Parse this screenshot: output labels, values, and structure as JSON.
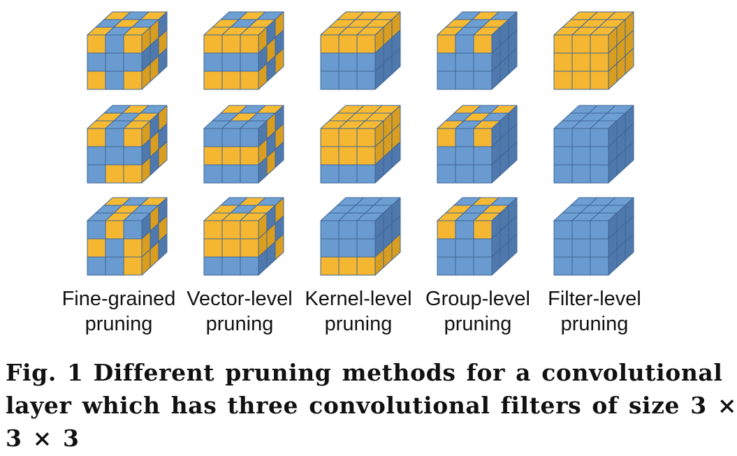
{
  "colors": {
    "blue_face": "#6a9bd0",
    "blue_top": "#6e9fd3",
    "blue_side": "#4f79ad",
    "gold_face": "#f5b731",
    "gold_top": "#f7bb33",
    "gold_side": "#d99e1f",
    "edge": "#3e6494"
  },
  "columns": [
    {
      "label_line1": "Fine-grained",
      "label_line2": "pruning",
      "filters": [
        {
          "front": [
            [
              "g",
              "b",
              "g"
            ],
            [
              "b",
              "b",
              "b"
            ],
            [
              "g",
              "b",
              "g"
            ]
          ],
          "top": "mixed",
          "side": "mixed"
        },
        {
          "front": [
            [
              "g",
              "b",
              "g"
            ],
            [
              "b",
              "b",
              "b"
            ],
            [
              "b",
              "g",
              "g"
            ]
          ],
          "top": "mixed",
          "side": "mixed"
        },
        {
          "front": [
            [
              "b",
              "g",
              "b"
            ],
            [
              "g",
              "b",
              "g"
            ],
            [
              "b",
              "b",
              "g"
            ]
          ],
          "top": "mixed",
          "side": "mixed"
        }
      ]
    },
    {
      "label_line1": "Vector-level",
      "label_line2": "pruning",
      "filters": [
        {
          "front": [
            [
              "g",
              "g",
              "g"
            ],
            [
              "b",
              "b",
              "b"
            ],
            [
              "g",
              "g",
              "g"
            ]
          ],
          "top": "mixed",
          "side": "mixed"
        },
        {
          "front": [
            [
              "b",
              "b",
              "b"
            ],
            [
              "g",
              "g",
              "g"
            ],
            [
              "b",
              "b",
              "b"
            ]
          ],
          "top": "mixed",
          "side": "mixed"
        },
        {
          "front": [
            [
              "g",
              "g",
              "g"
            ],
            [
              "g",
              "g",
              "g"
            ],
            [
              "b",
              "b",
              "b"
            ]
          ],
          "top": "mixed",
          "side": "mixed"
        }
      ]
    },
    {
      "label_line1": "Kernel-level",
      "label_line2": "pruning",
      "filters": [
        {
          "front": [
            [
              "g",
              "g",
              "g"
            ],
            [
              "b",
              "b",
              "b"
            ],
            [
              "b",
              "b",
              "b"
            ]
          ],
          "top": "gold",
          "side": "mixed"
        },
        {
          "front": [
            [
              "g",
              "g",
              "g"
            ],
            [
              "g",
              "g",
              "g"
            ],
            [
              "b",
              "b",
              "b"
            ]
          ],
          "top": "gold",
          "side": "mixed"
        },
        {
          "front": [
            [
              "b",
              "b",
              "b"
            ],
            [
              "b",
              "b",
              "b"
            ],
            [
              "g",
              "g",
              "g"
            ]
          ],
          "top": "blue",
          "side": "mixed"
        }
      ]
    },
    {
      "label_line1": "Group-level",
      "label_line2": "pruning",
      "filters": [
        {
          "front": [
            [
              "g",
              "b",
              "g"
            ],
            [
              "b",
              "b",
              "b"
            ],
            [
              "b",
              "b",
              "b"
            ]
          ],
          "top": "mixed",
          "side": "blue"
        },
        {
          "front": [
            [
              "g",
              "b",
              "g"
            ],
            [
              "b",
              "b",
              "b"
            ],
            [
              "b",
              "b",
              "b"
            ]
          ],
          "top": "mixed",
          "side": "blue"
        },
        {
          "front": [
            [
              "g",
              "b",
              "g"
            ],
            [
              "b",
              "b",
              "b"
            ],
            [
              "b",
              "b",
              "b"
            ]
          ],
          "top": "mixed",
          "side": "blue"
        }
      ]
    },
    {
      "label_line1": "Filter-level",
      "label_line2": "pruning",
      "filters": [
        {
          "front": [
            [
              "g",
              "g",
              "g"
            ],
            [
              "g",
              "g",
              "g"
            ],
            [
              "g",
              "g",
              "g"
            ]
          ],
          "top": "gold",
          "side": "gold"
        },
        {
          "front": [
            [
              "b",
              "b",
              "b"
            ],
            [
              "b",
              "b",
              "b"
            ],
            [
              "b",
              "b",
              "b"
            ]
          ],
          "top": "blue",
          "side": "blue"
        },
        {
          "front": [
            [
              "b",
              "b",
              "b"
            ],
            [
              "b",
              "b",
              "b"
            ],
            [
              "b",
              "b",
              "b"
            ]
          ],
          "top": "blue",
          "side": "blue"
        }
      ]
    }
  ],
  "caption": {
    "fig_label": "Fig. 1",
    "line1": "Different pruning methods for a convolutional",
    "line2": "layer which has three convolutional filters of size 3 ×",
    "line3": "3 × 3"
  }
}
